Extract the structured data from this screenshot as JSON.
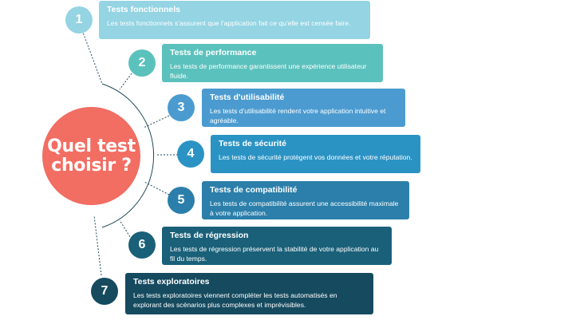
{
  "center_label": "Quel test\nchoisir ?",
  "colors": {
    "center": "#f26d62",
    "steps": [
      "#94d4e3",
      "#5bc1bd",
      "#4b9bd0",
      "#2a93c4",
      "#2b7faa",
      "#1a6079",
      "#154a5f"
    ]
  },
  "steps": [
    {
      "number": "1",
      "title": "Tests fonctionnels",
      "description": "Les tests fonctionnels s'assurent que l'application fait ce qu'elle est censée faire."
    },
    {
      "number": "2",
      "title": "Tests de performance",
      "description": "Les tests de performance garantissent une expérience utilisateur fluide."
    },
    {
      "number": "3",
      "title": "Tests d'utilisabilité",
      "description": "Les tests d'utilisabilité rendent votre application intuitive et agréable."
    },
    {
      "number": "4",
      "title": "Tests de sécurité",
      "description": "Les tests de sécurité protègent vos données et votre réputation."
    },
    {
      "number": "5",
      "title": "Tests de compatibilité",
      "description": "Les tests de compatibilité assurent une accessibilité maximale à votre application."
    },
    {
      "number": "6",
      "title": "Tests de régression",
      "description": "Les tests de régression préservent la stabilité de votre application au fil du temps."
    },
    {
      "number": "7",
      "title": "Tests exploratoires",
      "description": "Les tests exploratoires viennent compléter les tests automatisés en explorant des scénarios plus complexes et imprévisibles."
    }
  ]
}
